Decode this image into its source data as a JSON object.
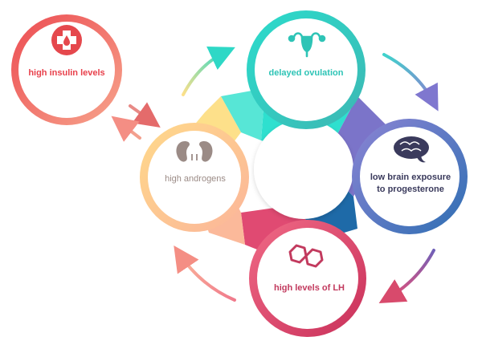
{
  "nodes": {
    "insulin": {
      "label": "high insulin levels",
      "icon": "medical-cross-drop-icon",
      "color": "#e8414c"
    },
    "ovulation": {
      "label": "delayed ovulation",
      "icon": "uterus-icon",
      "color": "#2ec4b6"
    },
    "brain": {
      "label_line1": "low brain exposure",
      "label_line2": "to progesterone",
      "icon": "brain-icon",
      "color": "#3a3a5c"
    },
    "lh": {
      "label": "high levels of LH",
      "icon": "hexagon-molecule-icon",
      "color": "#c23a5e"
    },
    "androgens": {
      "label": "high androgens",
      "icon": "kidneys-icon",
      "color": "#9b8b86"
    }
  },
  "colors": {
    "teal": "#2ee0cf",
    "purple": "#7b74c9",
    "blue": "#1e6aa8",
    "pink": "#e04a72",
    "peach": "#fbb99a",
    "yellow": "#fde08a",
    "insulin_red": "#e5484d"
  }
}
